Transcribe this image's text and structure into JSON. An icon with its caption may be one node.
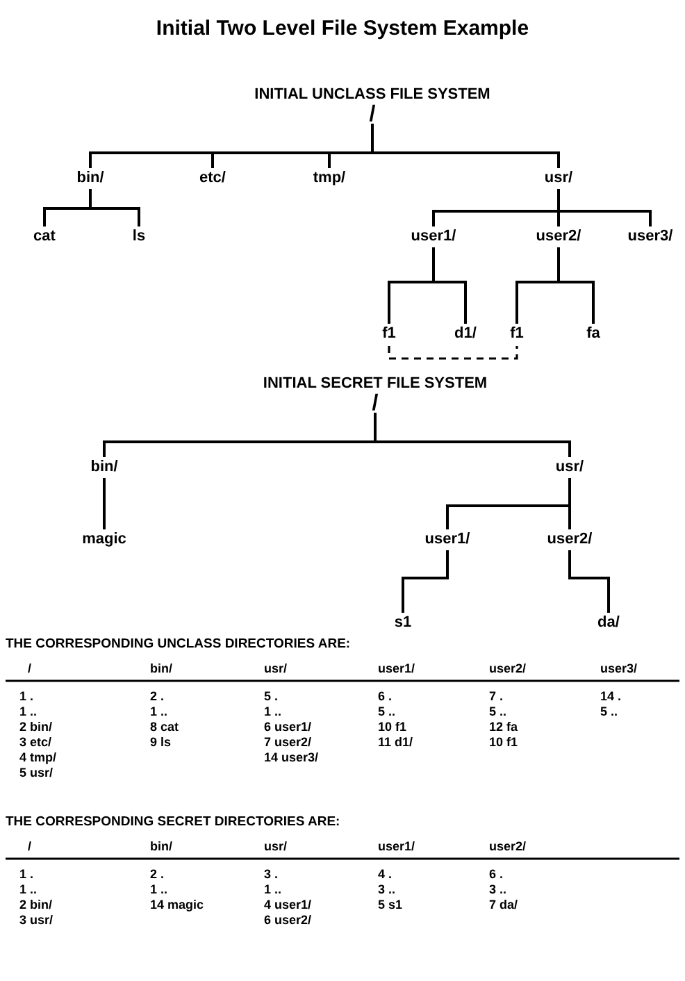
{
  "diagram": {
    "title": "Initial Two Level File System Example",
    "nodes": [
      {
        "text": [
          "INITIAL UNCLASS FILE SYSTEM",
          "/"
        ]
      },
      {
        "text": [
          "bin/"
        ]
      },
      {
        "text": [
          "etc/"
        ]
      },
      {
        "text": [
          "tmp/"
        ]
      },
      {
        "text": [
          "usr/"
        ]
      },
      {
        "text": [
          "cat"
        ]
      },
      {
        "text": [
          "ls"
        ]
      },
      {
        "text": [
          "user1/"
        ]
      },
      {
        "text": [
          "user2/"
        ]
      },
      {
        "text": [
          "user3/"
        ]
      },
      {
        "text": [
          "f1"
        ]
      },
      {
        "text": [
          "d1/"
        ]
      },
      {
        "text": [
          "f1"
        ]
      },
      {
        "text": [
          "fa"
        ]
      },
      {
        "text": [
          "INITIAL SECRET FILE SYSTEM",
          "/"
        ]
      },
      {
        "text": [
          "bin/"
        ]
      },
      {
        "text": [
          "usr/"
        ]
      },
      {
        "text": [
          "magic"
        ]
      },
      {
        "text": [
          "user1/"
        ]
      },
      {
        "text": [
          "user2/"
        ]
      },
      {
        "text": [
          "s1"
        ]
      },
      {
        "text": [
          "da/"
        ]
      }
    ],
    "edges": [
      {
        "from": 0,
        "to": 1,
        "arrow": "none"
      },
      {
        "from": 0,
        "to": 2,
        "arrow": "none"
      },
      {
        "from": 0,
        "to": 3,
        "arrow": "none"
      },
      {
        "from": 0,
        "to": 4,
        "arrow": "none"
      },
      {
        "from": 1,
        "to": 5,
        "arrow": "none"
      },
      {
        "from": 1,
        "to": 6,
        "arrow": "none"
      },
      {
        "from": 4,
        "to": 7,
        "arrow": "none"
      },
      {
        "from": 4,
        "to": 8,
        "arrow": "none"
      },
      {
        "from": 4,
        "to": 9,
        "arrow": "none"
      },
      {
        "from": 7,
        "to": 10,
        "arrow": "none"
      },
      {
        "from": 7,
        "to": 11,
        "arrow": "none"
      },
      {
        "from": 8,
        "to": 12,
        "arrow": "none"
      },
      {
        "from": 8,
        "to": 13,
        "arrow": "none"
      },
      {
        "from": 10,
        "to": 12,
        "arrow": "none",
        "style": "dashed"
      },
      {
        "from": 14,
        "to": 15,
        "arrow": "none"
      },
      {
        "from": 14,
        "to": 16,
        "arrow": "none"
      },
      {
        "from": 15,
        "to": 17,
        "arrow": "none"
      },
      {
        "from": 16,
        "to": 18,
        "arrow": "none"
      },
      {
        "from": 16,
        "to": 19,
        "arrow": "none"
      },
      {
        "from": 18,
        "to": 20,
        "arrow": "none"
      },
      {
        "from": 19,
        "to": 21,
        "arrow": "none"
      }
    ],
    "labels": [
      "THE CORRESPONDING UNCLASS DIRECTORIES ARE:",
      "/",
      "bin/",
      "usr/",
      "user1/",
      "user2/",
      "user3/",
      "1 .",
      "2 .",
      "5 .",
      "6 .",
      "7 .",
      "14 .",
      "1 ..",
      "1 ..",
      "1 ..",
      "5 ..",
      "5 ..",
      "5 ..",
      "2 bin/",
      "8 cat",
      "6 user1/",
      "10 f1",
      "12 fa",
      "3 etc/",
      "9 ls",
      "7 user2/",
      "11 d1/",
      "10 f1",
      "4 tmp/",
      "14 user3/",
      "5 usr/",
      "THE CORRESPONDING SECRET DIRECTORIES ARE:",
      "/",
      "bin/",
      "usr/",
      "user1/",
      "user2/",
      "1 .",
      "2 .",
      "3 .",
      "4 .",
      "6 .",
      "1 ..",
      "1 ..",
      "1 ..",
      "3 ..",
      "3 ..",
      "2 bin/",
      "14 magic",
      "4 user1/",
      "5 s1",
      "7 da/",
      "3 usr/",
      "6 user2/"
    ]
  }
}
